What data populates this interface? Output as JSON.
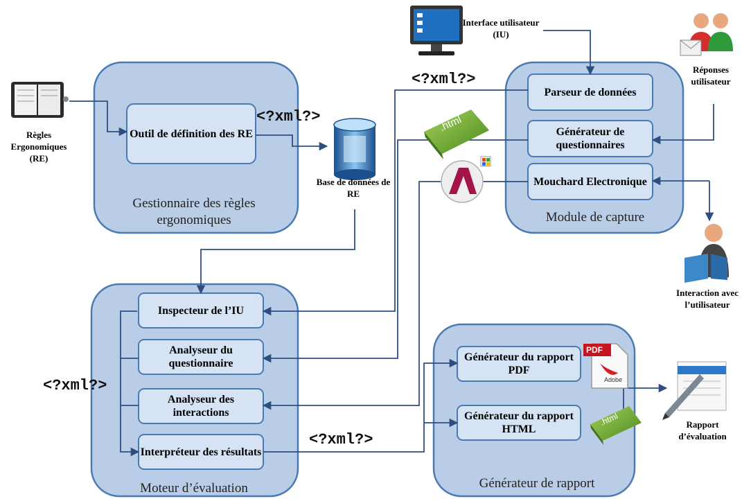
{
  "panels": {
    "gestionnaire": "Gestionnaire des règles ergonomiques",
    "capture": "Module de capture",
    "moteur": "Moteur d’évaluation",
    "generateur": "Générateur de rapport"
  },
  "boxes": {
    "outil": "Outil de définition des RE",
    "parseur": "Parseur de données",
    "gen_questionnaires": "Générateur de questionnaires",
    "mouchard": "Mouchard Electronique",
    "inspecteur": "Inspecteur de l’IU",
    "analyseur_questionnaire": "Analyseur du questionnaire",
    "analyseur_interactions": "Analyseur des interactions",
    "interpreteur": "Interpréteur des résultats",
    "gen_pdf": "Générateur du rapport PDF",
    "gen_html": "Générateur du rapport HTML"
  },
  "captions": {
    "regles": "Règles Ergonomiques (RE)",
    "base": "Base de données de RE",
    "interface": "Interface utilisateur (IU)",
    "reponses": "Réponses utilisateur",
    "interaction": "Interaction avec l’utilisateur",
    "rapport": "Rapport d’évaluation"
  },
  "tags": {
    "xml": "<?xml?>",
    "html": ".html",
    "pdf": "PDF",
    "adobe": "Adobe"
  },
  "icons": [
    "book-icon",
    "database-icon",
    "monitor-icon",
    "users-icon",
    "person-reading-icon",
    "html-file-icon",
    "access-icon",
    "pdf-icon",
    "report-icon"
  ]
}
